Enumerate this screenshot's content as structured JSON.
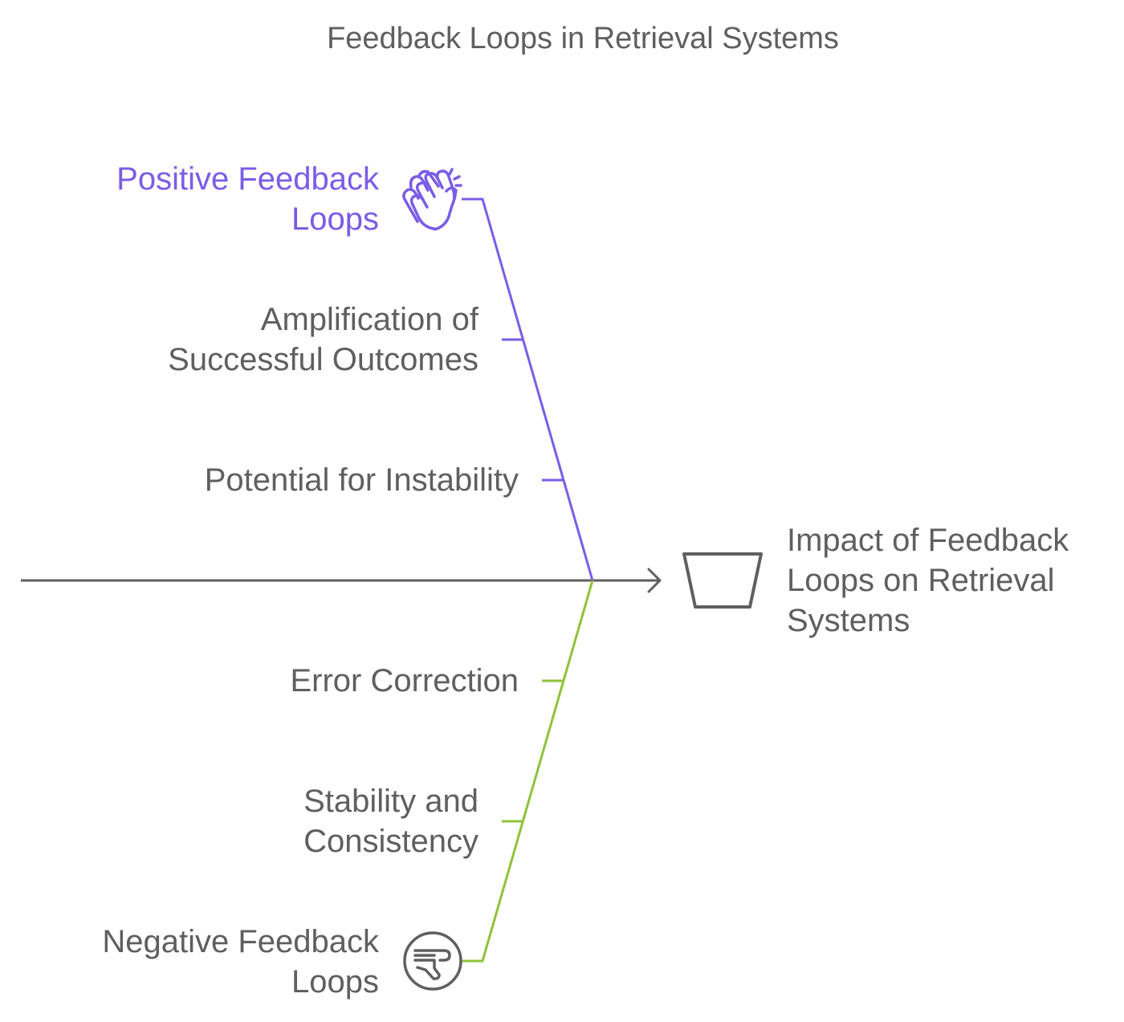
{
  "title": "Feedback Loops in Retrieval Systems",
  "effect": {
    "label": "Impact of Feedback\nLoops on Retrieval\nSystems",
    "icon": "funnel-icon"
  },
  "branches": {
    "positive": {
      "label": "Positive Feedback\nLoops",
      "icon": "clapping-hands-icon",
      "color": "#7b5ce6",
      "causes": [
        "Amplification of\nSuccessful Outcomes",
        "Potential for Instability"
      ]
    },
    "negative": {
      "label": "Negative Feedback\nLoops",
      "icon": "thumbs-down-icon",
      "color": "#8fc23a",
      "causes": [
        "Error Correction",
        "Stability and\nConsistency"
      ]
    }
  },
  "colors": {
    "text": "#5f5f5f",
    "spine": "#5f5f5f"
  }
}
